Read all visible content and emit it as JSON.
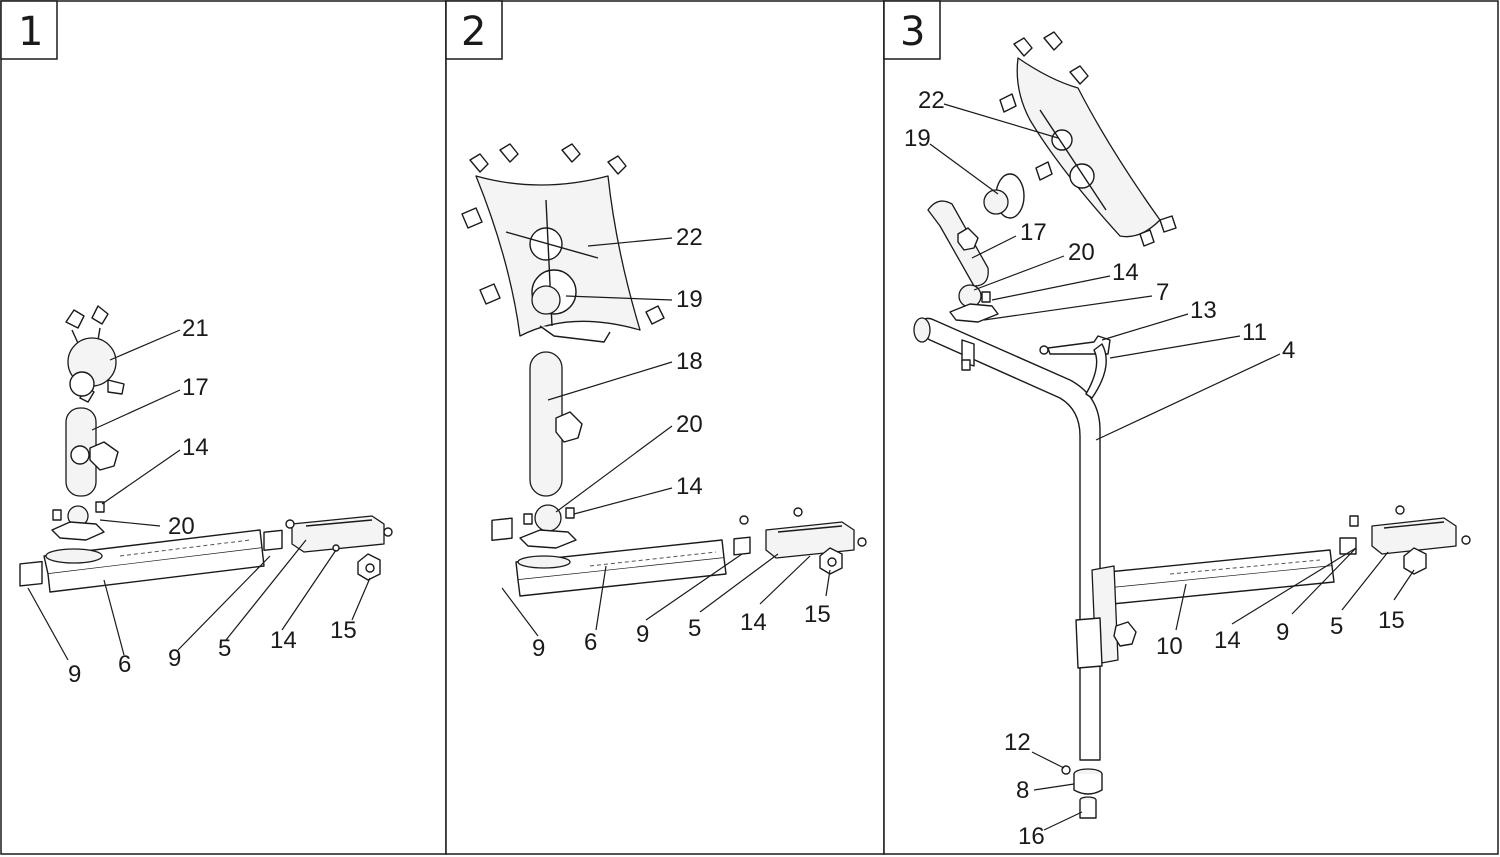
{
  "panels": [
    {
      "number": "1",
      "callouts": [
        "21",
        "17",
        "14",
        "20",
        "9",
        "6",
        "9",
        "5",
        "14",
        "15"
      ]
    },
    {
      "number": "2",
      "callouts": [
        "22",
        "19",
        "18",
        "20",
        "14",
        "9",
        "6",
        "9",
        "5",
        "14",
        "15"
      ]
    },
    {
      "number": "3",
      "callouts": [
        "22",
        "19",
        "17",
        "20",
        "14",
        "7",
        "13",
        "11",
        "4",
        "14",
        "9",
        "5",
        "15",
        "10",
        "12",
        "8",
        "16"
      ]
    }
  ],
  "colors": {
    "line": "#1a1a1a",
    "background": "#ffffff"
  }
}
